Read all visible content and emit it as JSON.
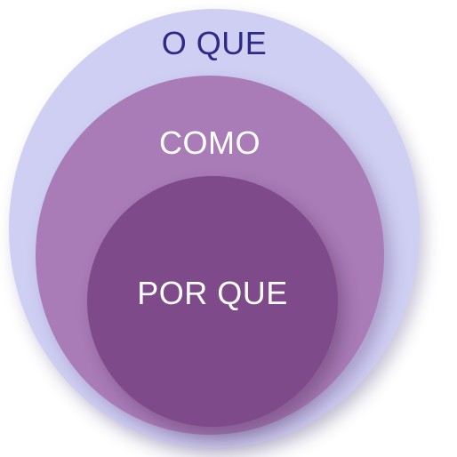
{
  "diagram": {
    "rings": [
      {
        "label": "O QUE",
        "fill": "#cfcff3",
        "text_color": "#2e2a86"
      },
      {
        "label": "COMO",
        "fill": "#a97bb7",
        "text_color": "#ffffff"
      },
      {
        "label": "POR QUE",
        "fill": "#7e4a8a",
        "text_color": "#ffffff"
      }
    ]
  }
}
